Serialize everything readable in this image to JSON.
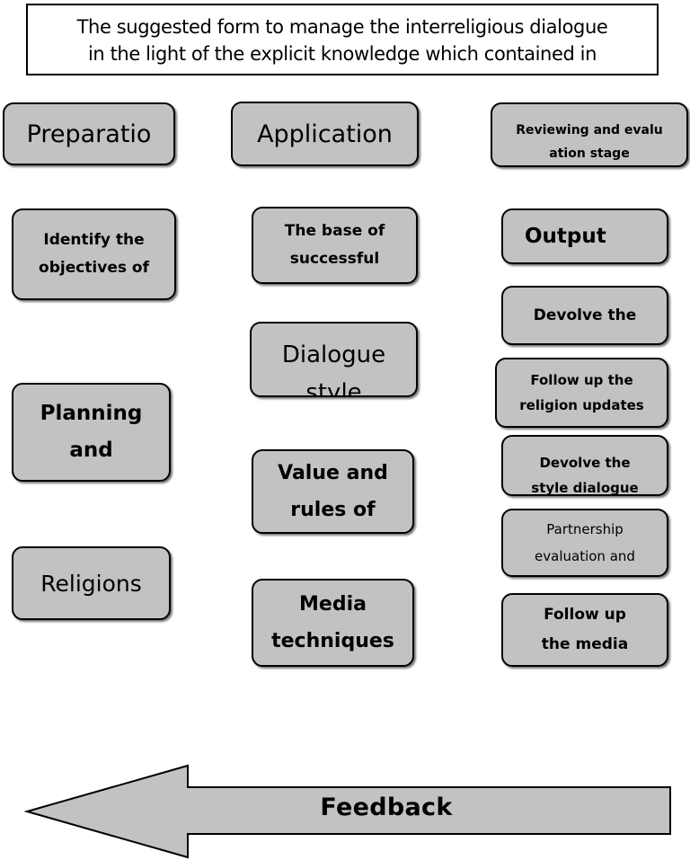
{
  "title": {
    "line1": "The suggested form to manage the interreligious dialogue",
    "line2": "in the light of the explicit knowledge which contained in"
  },
  "columns": {
    "preparation": {
      "header": "Preparatio",
      "items": [
        {
          "lines": [
            "Identify the",
            "objectives of"
          ]
        },
        {
          "lines": [
            "Planning",
            "and"
          ]
        },
        {
          "lines": [
            "Religions"
          ]
        }
      ]
    },
    "application": {
      "header": "Application",
      "items": [
        {
          "lines": [
            "The base of",
            "successful"
          ]
        },
        {
          "lines": [
            "Dialogue",
            "style"
          ]
        },
        {
          "lines": [
            "Value and",
            "rules of"
          ]
        },
        {
          "lines": [
            "Media",
            "techniques"
          ]
        }
      ]
    },
    "reviewing": {
      "header_lines": [
        "Reviewing and evalu",
        "ation stage"
      ],
      "items": [
        {
          "lines": [
            "Output"
          ]
        },
        {
          "lines": [
            "Devolve the"
          ]
        },
        {
          "lines": [
            "Follow up the",
            "religion updates"
          ]
        },
        {
          "lines": [
            "Devolve the",
            "style dialogue"
          ]
        },
        {
          "lines": [
            "Partnership",
            "evaluation and"
          ]
        },
        {
          "lines": [
            "Follow up",
            "the media"
          ]
        }
      ]
    }
  },
  "feedback": {
    "label": "Feedback"
  },
  "colors": {
    "box_fill": "#c2c2c2",
    "border": "#000000",
    "arrow_fill": "#c2c2c2"
  }
}
